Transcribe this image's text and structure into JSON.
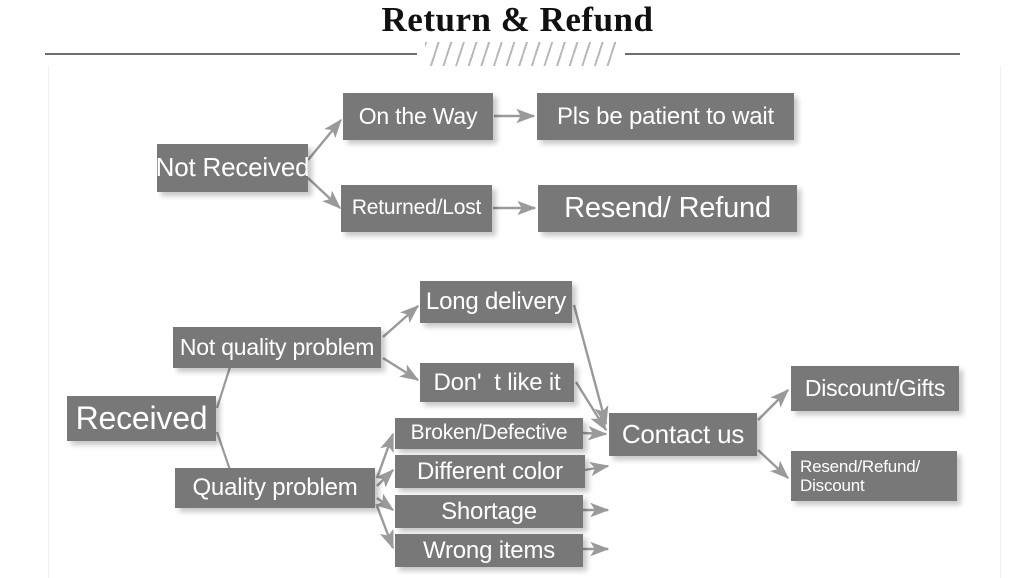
{
  "page": {
    "title": "Return & Refund",
    "background_color": "#ffffff",
    "node_fill_color": "#787878",
    "node_text_color": "#ffffff",
    "connector_color": "#9a9a9a",
    "rule_color": "#6e6e6e",
    "hatch_color": "#b9b9b9"
  },
  "diagram": {
    "type": "flowchart",
    "sections": [
      {
        "name": "not-received-branch",
        "root": "Not Received",
        "paths": [
          [
            "Not Received",
            "On the Way",
            "Pls be patient to wait"
          ],
          [
            "Not Received",
            "Returned/Lost",
            "Resend/ Refund"
          ]
        ]
      },
      {
        "name": "received-branch",
        "root": "Received",
        "paths": [
          [
            "Received",
            "Not quality problem",
            "Long delivery",
            "Contact us"
          ],
          [
            "Received",
            "Not quality problem",
            "Don'  t like it",
            "Contact us"
          ],
          [
            "Received",
            "Quality problem",
            "Broken/Defective",
            "Contact us"
          ],
          [
            "Received",
            "Quality problem",
            "Different color",
            "Contact us"
          ],
          [
            "Received",
            "Quality problem",
            "Shortage",
            "Contact us"
          ],
          [
            "Received",
            "Quality problem",
            "Wrong items",
            "Contact us"
          ],
          [
            "Contact us",
            "Discount/Gifts"
          ],
          [
            "Contact us",
            "Resend/Refund/\nDiscount"
          ]
        ]
      }
    ],
    "nodes": {
      "not_received": "Not Received",
      "on_the_way": "On the Way",
      "pls_be_patient": "Pls be patient to wait",
      "returned_lost": "Returned/Lost",
      "resend_refund": "Resend/ Refund",
      "received": "Received",
      "not_quality_problem": "Not quality problem",
      "quality_problem": "Quality problem",
      "long_delivery": "Long delivery",
      "dont_like_it": "Don'  t like it",
      "broken_defective": "Broken/Defective",
      "different_color": "Different color",
      "shortage": "Shortage",
      "wrong_items": "Wrong items",
      "contact_us": "Contact us",
      "discount_gifts": "Discount/Gifts",
      "resend_refund_discount": "Resend/Refund/\nDiscount"
    }
  }
}
